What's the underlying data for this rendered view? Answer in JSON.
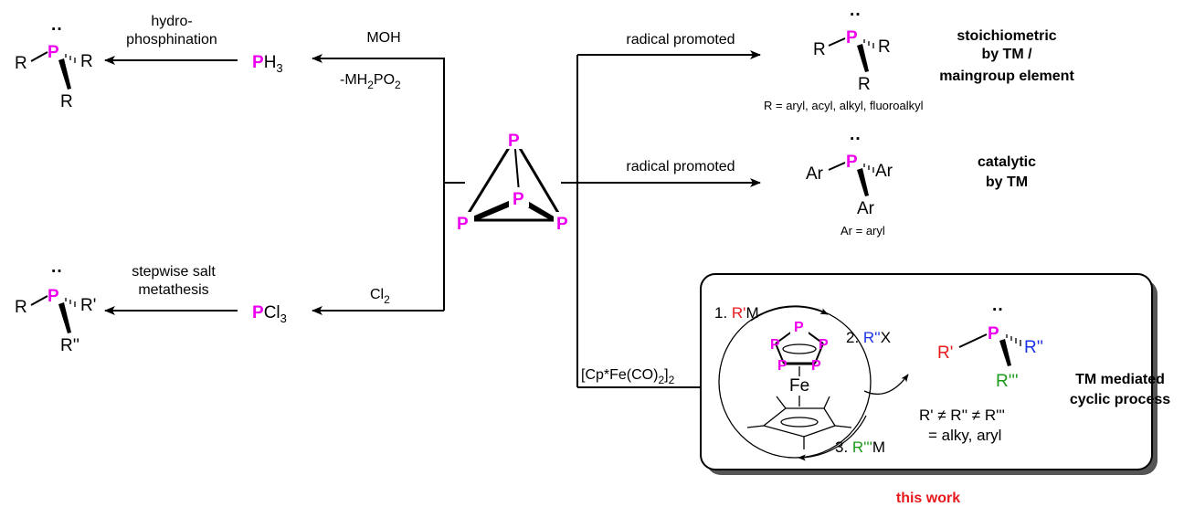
{
  "colors": {
    "phosphorus": "#ee00ee",
    "rprime": "#e8191c",
    "rdoubleprime": "#1a32e6",
    "rtripleprime": "#1a9a1a",
    "this_work": "#e8191c"
  },
  "atoms": {
    "P": "P",
    "Fe": "Fe",
    "R": "R",
    "Ar": "Ar",
    "Rp": "R'",
    "Rpp": "R''",
    "Rppp": "R'''"
  },
  "pathways": {
    "hydrophosphination": {
      "reagent_top": "MOH",
      "reagent_bottom_pre": "-MH",
      "reagent_bottom_sub1": "2",
      "reagent_bottom_mid": "PO",
      "reagent_bottom_sub2": "2",
      "intermediate_sub": "3",
      "step_line1": "hydro-",
      "step_line2": "phosphination"
    },
    "salt_metathesis": {
      "reagent": "Cl",
      "reagent_sub": "2",
      "intermediate_rest": "Cl",
      "intermediate_sub": "3",
      "step_line1": "stepwise salt",
      "step_line2": "metathesis"
    },
    "radical_stoich": {
      "arrow_label": "radical promoted",
      "r_def": "R = aryl, acyl, alkyl, fluoroalkyl",
      "desc_line1": "stoichiometric",
      "desc_line2": "by TM /",
      "desc_line3": "maingroup element"
    },
    "radical_cat": {
      "arrow_label": "radical promoted",
      "ar_def": "Ar = aryl",
      "desc_line1": "catalytic",
      "desc_line2": "by TM"
    },
    "tm_mediated": {
      "reagent_pre": "[Cp*Fe(CO)",
      "reagent_sub1": "2",
      "reagent_mid": "]",
      "reagent_sub2": "2",
      "step1_num": "1. ",
      "step1_rest": "M",
      "step2_num": "2. ",
      "step2_rest": "X",
      "step3_num": "3. ",
      "step3_rest": "M",
      "cond_line1": "R' ≠ R'' ≠ R'''",
      "cond_line2": "= alky, aryl",
      "desc_line1": "TM mediated",
      "desc_line2": "cyclic process",
      "footer": "this work"
    }
  }
}
